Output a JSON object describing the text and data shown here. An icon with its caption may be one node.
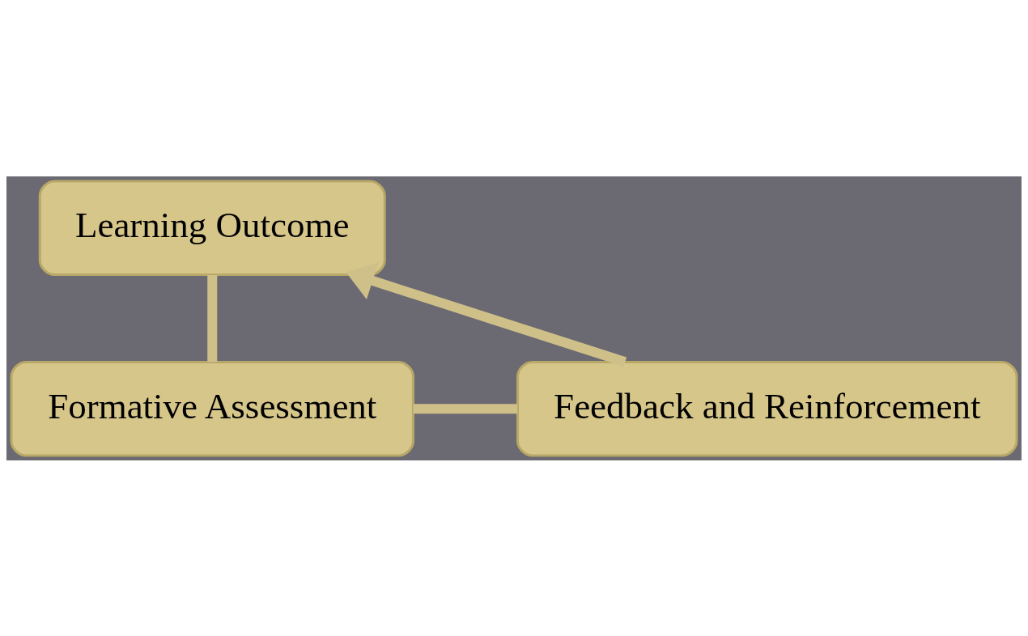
{
  "diagram": {
    "nodes": [
      {
        "text": [
          "Learning Outcome"
        ]
      },
      {
        "text": [
          "Formative Assessment"
        ]
      },
      {
        "text": [
          "Feedback and Reinforcement"
        ]
      }
    ],
    "edges": [
      {
        "from": 0,
        "to": 1,
        "arrow": "none"
      },
      {
        "from": 1,
        "to": 2,
        "arrow": "none"
      },
      {
        "from": 2,
        "to": 0,
        "arrow": "to"
      }
    ]
  }
}
